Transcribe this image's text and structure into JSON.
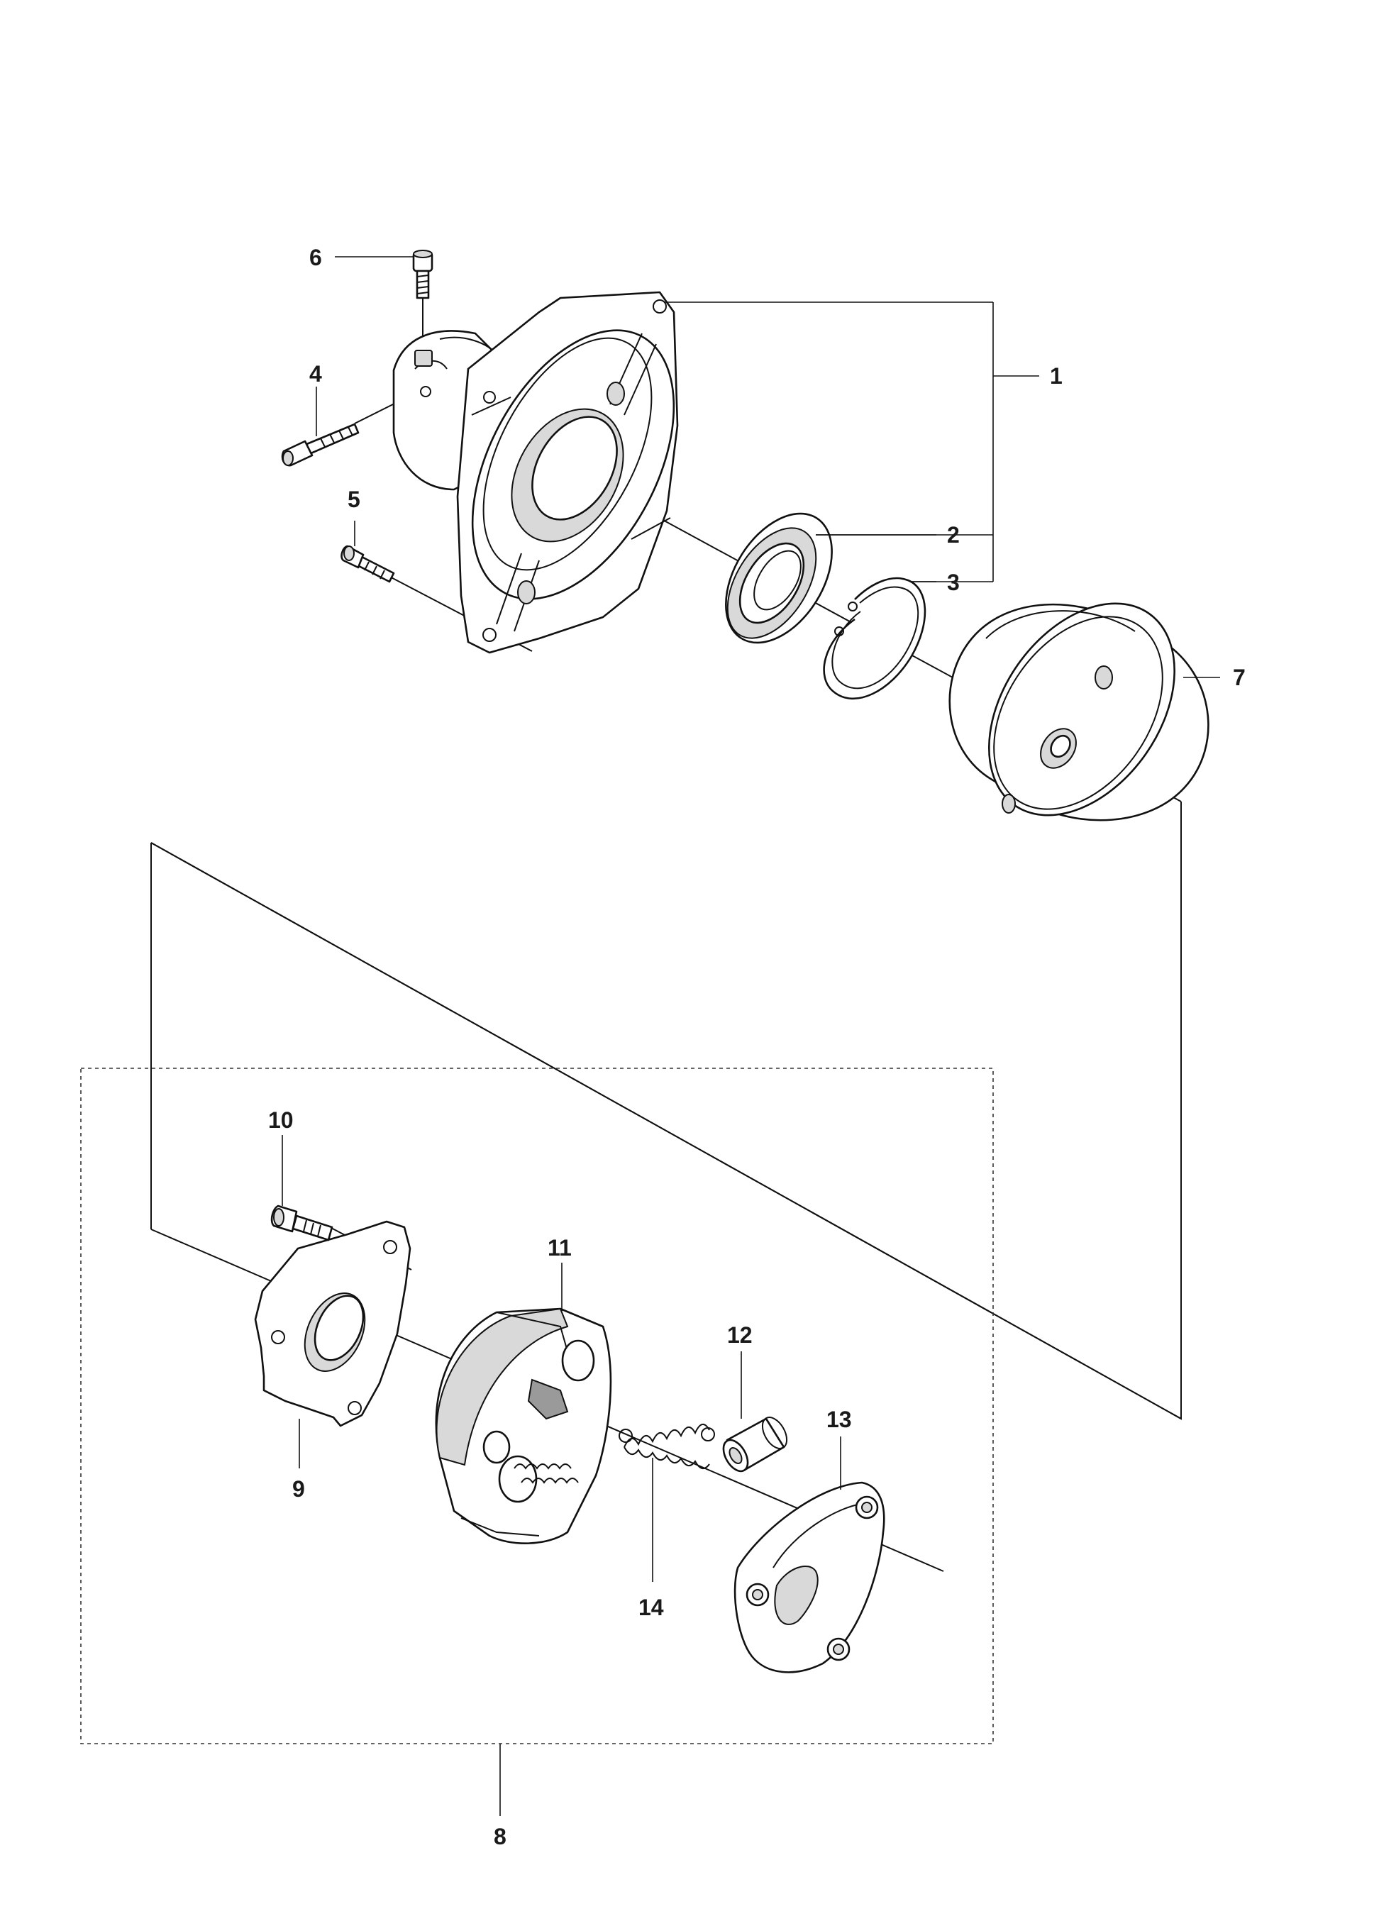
{
  "diagram": {
    "kind": "exploded parts diagram",
    "callouts": [
      {
        "id": "callout-1",
        "label": "1"
      },
      {
        "id": "callout-2",
        "label": "2"
      },
      {
        "id": "callout-3",
        "label": "3"
      },
      {
        "id": "callout-4",
        "label": "4"
      },
      {
        "id": "callout-5",
        "label": "5"
      },
      {
        "id": "callout-6",
        "label": "6"
      },
      {
        "id": "callout-7",
        "label": "7"
      },
      {
        "id": "callout-8",
        "label": "8"
      },
      {
        "id": "callout-9",
        "label": "9"
      },
      {
        "id": "callout-10",
        "label": "10"
      },
      {
        "id": "callout-11",
        "label": "11"
      },
      {
        "id": "callout-12",
        "label": "12"
      },
      {
        "id": "callout-13",
        "label": "13"
      },
      {
        "id": "callout-14",
        "label": "14"
      }
    ],
    "colors": {
      "line": "#111111",
      "fill": "#ffffff",
      "shade": "#d9d9d9"
    }
  }
}
